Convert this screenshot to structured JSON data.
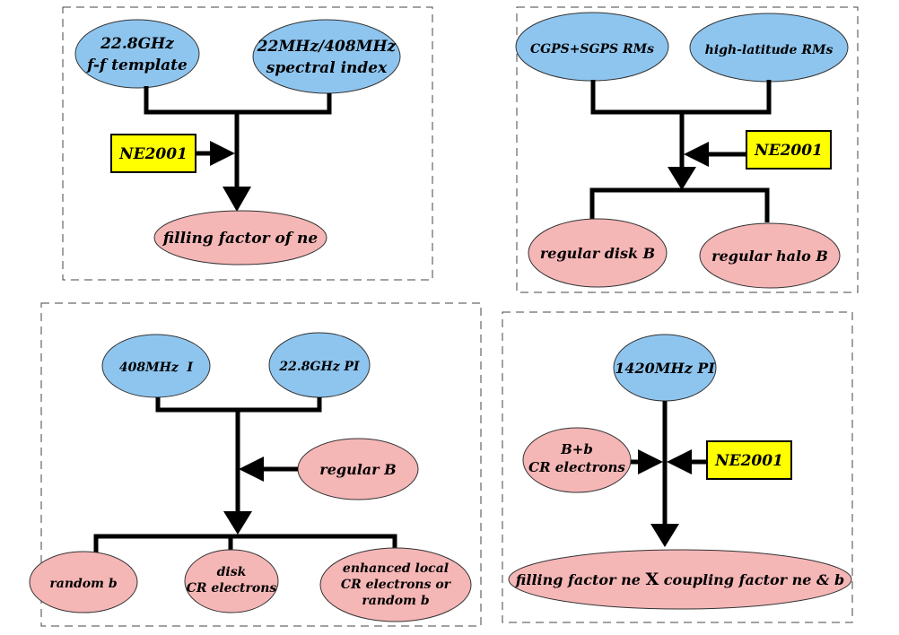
{
  "panel_top_left": {
    "input_1_line1": "22.8GHz",
    "input_1_line2": "f-f template",
    "input_2_line1": "22MHz/408MHz",
    "input_2_line2": "spectral index",
    "aux_box": "NE2001",
    "output": "filling factor of ne"
  },
  "panel_top_right": {
    "input_1": "CGPS+SGPS RMs",
    "input_2": "high-latitude RMs",
    "aux_box": "NE2001",
    "output_1": "regular disk B",
    "output_2": "regular halo B"
  },
  "panel_bottom_left": {
    "input_1": "408MHz  I",
    "input_2": "22.8GHz PI",
    "aux_input": "regular B",
    "output_1": "random b",
    "output_2_line1": "disk",
    "output_2_line2": "CR electrons",
    "output_3_line1": "enhanced local",
    "output_3_line2": "CR electrons or",
    "output_3_line3": "random b"
  },
  "panel_bottom_right": {
    "input": "1420MHz PI",
    "aux_input_line1": "B+b",
    "aux_input_line2": "CR electrons",
    "aux_box": "NE2001",
    "output_part1": "filling factor ne ",
    "output_times": "X",
    "output_part2": " coupling factor ne & b"
  }
}
